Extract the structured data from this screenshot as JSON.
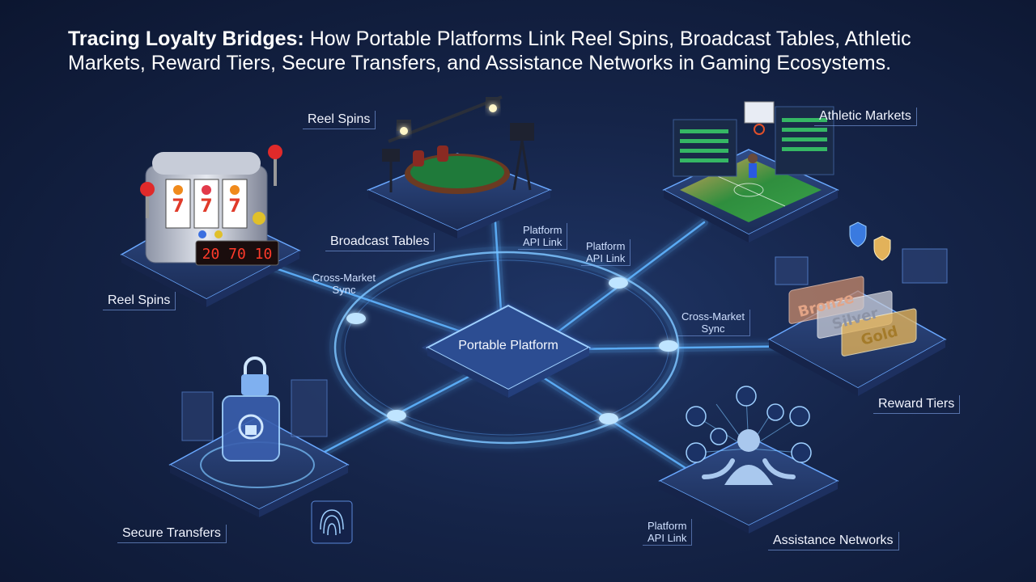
{
  "title": {
    "bold": "Tracing Loyalty Bridges:",
    "rest": " How Portable Platforms Link Reel Spins, Broadcast Tables, Athletic Markets, Reward Tiers, Secure Transfers, and Assistance Networks in Gaming Ecosystems."
  },
  "hub": {
    "label": "Portable Platform"
  },
  "nodes": {
    "reel_spins": "Reel Spins",
    "reel_spins_top": "Reel Spins",
    "broadcast_tables": "Broadcast Tables",
    "athletic_markets": "Athletic Markets",
    "reward_tiers": "Reward Tiers",
    "secure_transfers": "Secure Transfers",
    "assistance_networks": "Assistance Networks"
  },
  "connectors": {
    "cross_market_left": [
      "Cross-Market",
      "Sync"
    ],
    "cross_market_right": [
      "Cross-Market",
      "Sync"
    ],
    "api_link_top_a": [
      "Platform",
      "API Link"
    ],
    "api_link_top_b": [
      "Platform",
      "API Link"
    ],
    "api_link_bottom": [
      "Platform",
      "API Link"
    ]
  },
  "slot_display": "20 70 10",
  "tiers": [
    "Bronze",
    "Silver",
    "Gold"
  ],
  "colors": {
    "background": "#152448",
    "glow": "#5fb4ff",
    "tier_bronze": "#c98a6a",
    "tier_silver": "#c9ccd6",
    "tier_gold": "#e2b25a"
  }
}
